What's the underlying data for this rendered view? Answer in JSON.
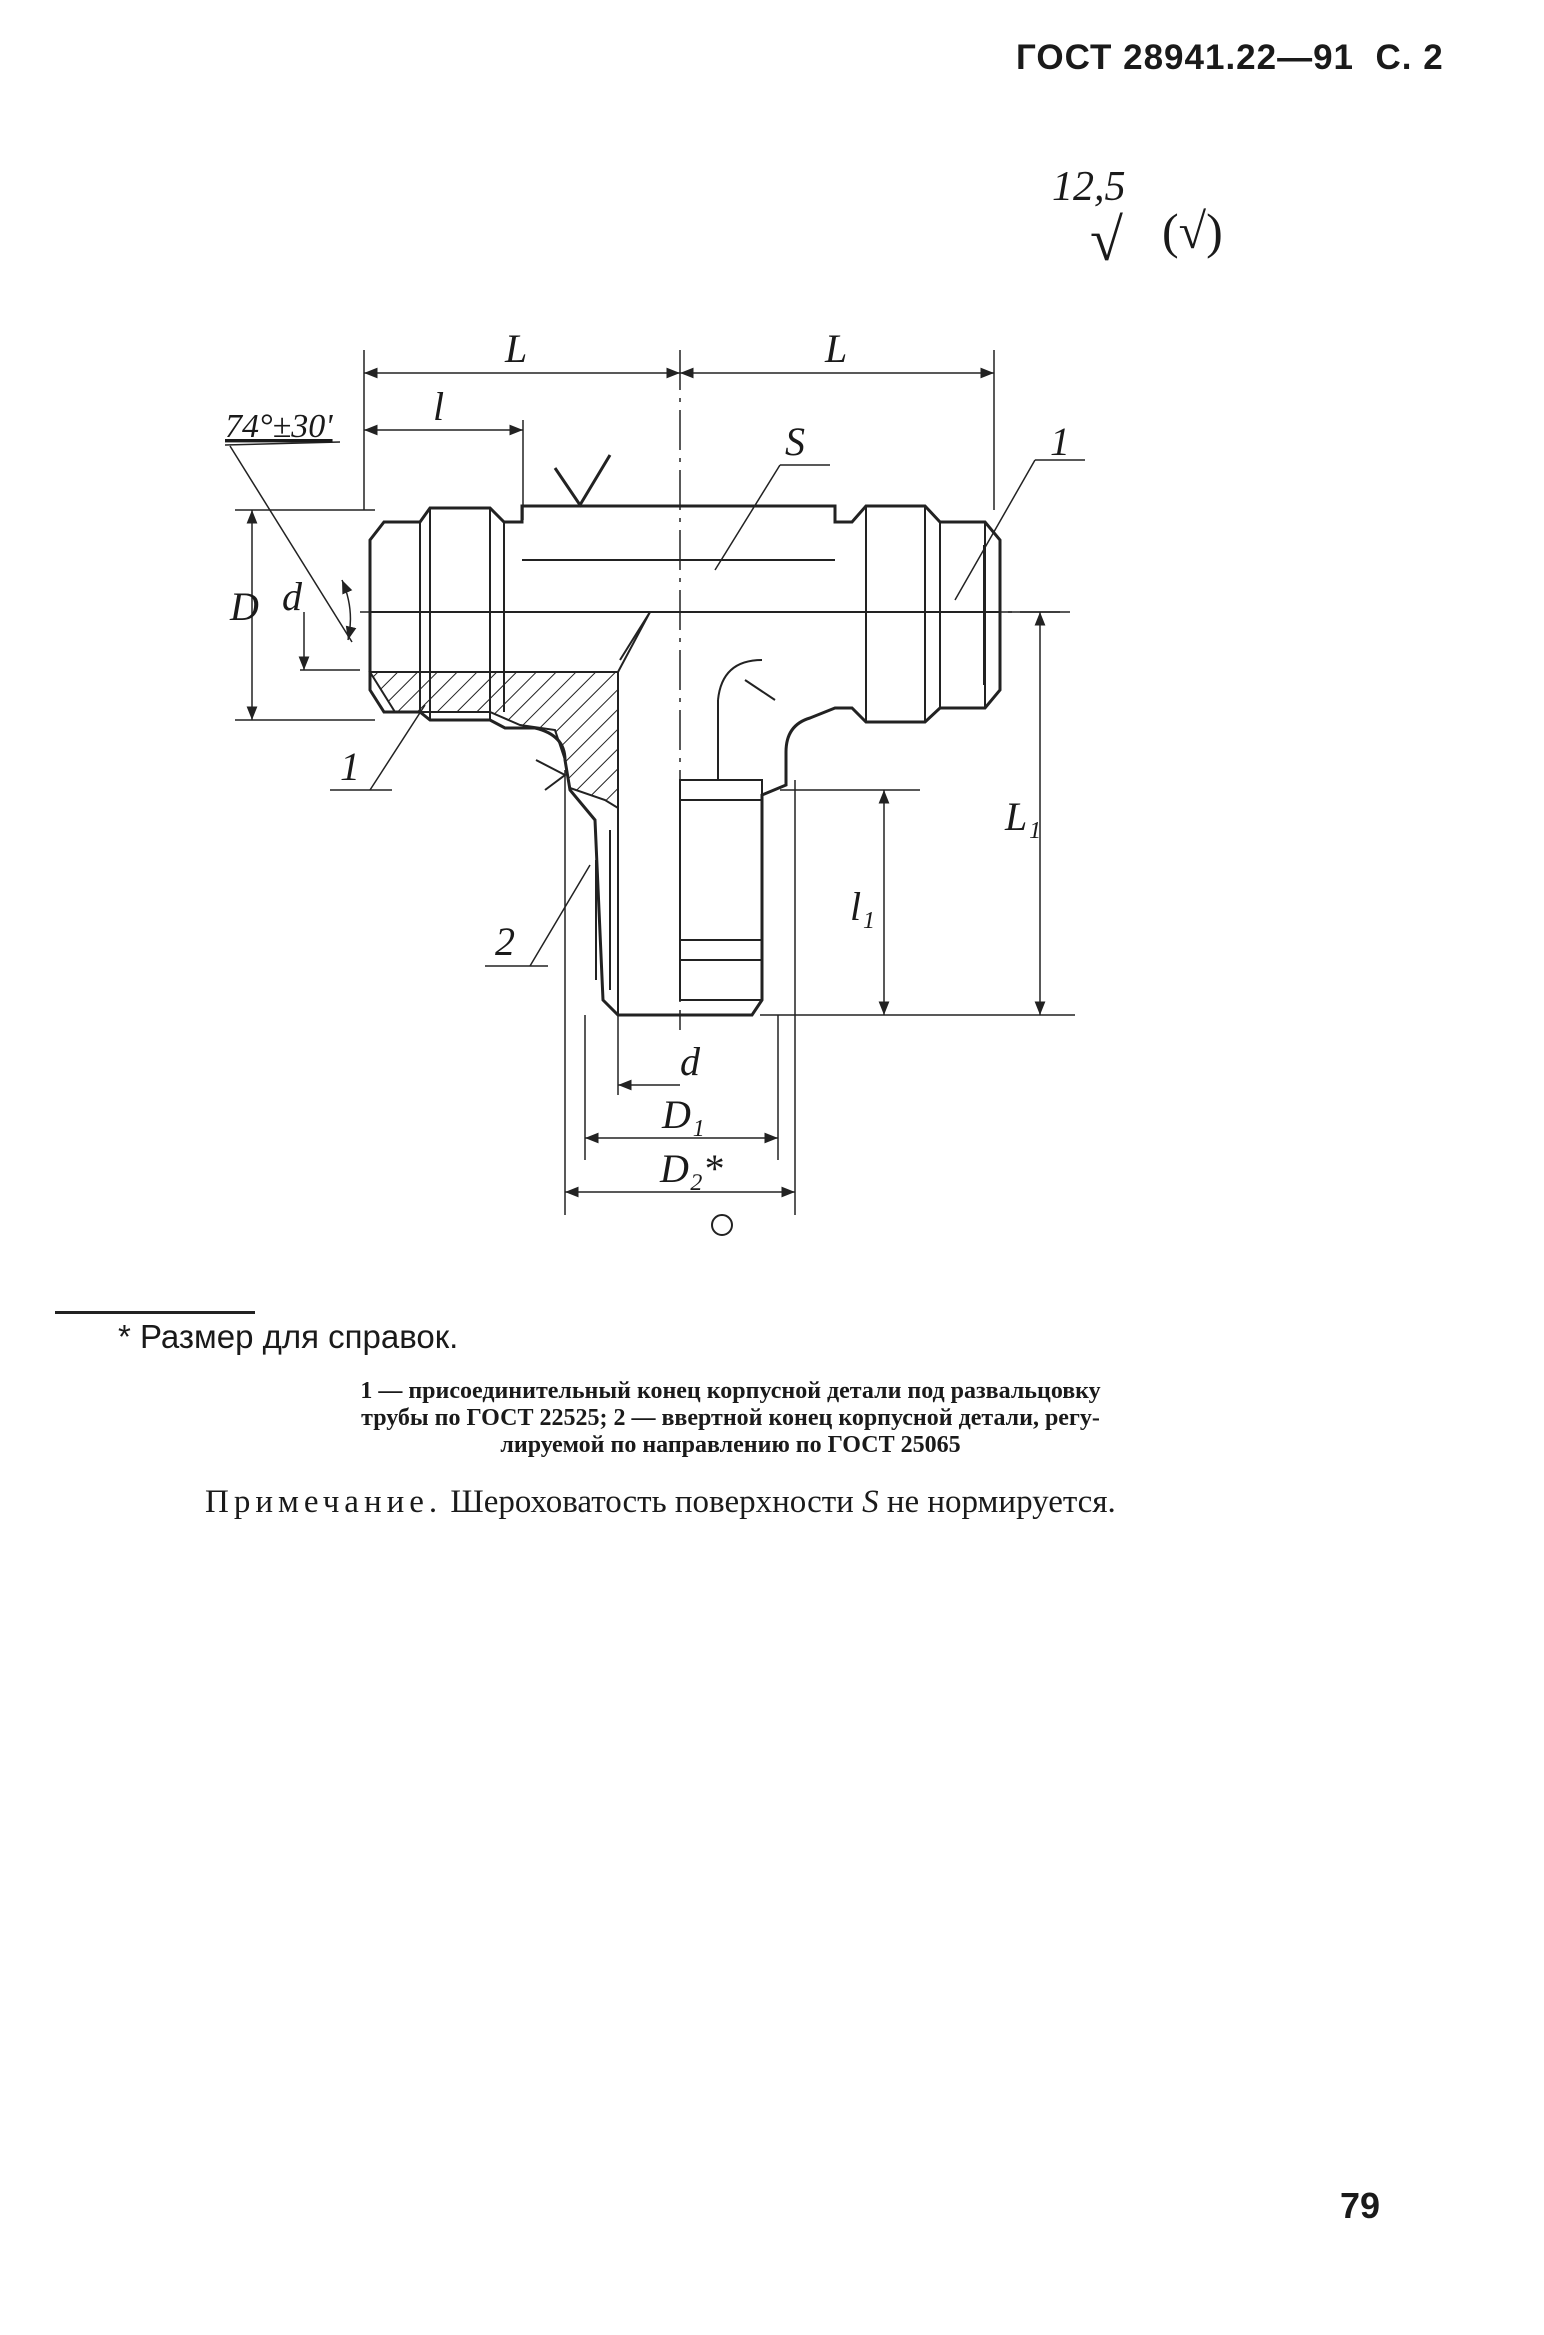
{
  "header": {
    "standard": "ГОСТ 28941.22—91",
    "page_ref": "С. 2"
  },
  "drawing": {
    "roughness_symbol": {
      "value": "12,5",
      "check_mark": "√",
      "parenthesized_mark": "(√)"
    },
    "dimensions": {
      "length_left": "L",
      "length_right": "L",
      "length_small": "l",
      "angle": "74°±30'",
      "outer_diameter": "D",
      "inner_diameter": "d",
      "surface_label": "S",
      "height_outer": "L₁",
      "height_inner": "l₁",
      "bottom_inner_diameter": "d",
      "bottom_diameter_1": "D₁",
      "bottom_diameter_2": "D₂*"
    },
    "callouts": {
      "item_1_right": "1",
      "item_1_left": "1",
      "item_2": "2"
    }
  },
  "footnote": "* Размер для справок.",
  "legend": {
    "line1": "1 — присоединительный конец корпусной детали под развальцовку",
    "line2": "трубы по ГОСТ 22525; 2 — ввертной конец корпусной детали, регу-",
    "line3": "лируемой по направлению по ГОСТ 25065"
  },
  "note": {
    "label": "Примечание.",
    "text_before_symbol": "Шероховатость поверхности",
    "symbol": "S",
    "text_after_symbol": "не нормируется."
  },
  "page_number": "79"
}
